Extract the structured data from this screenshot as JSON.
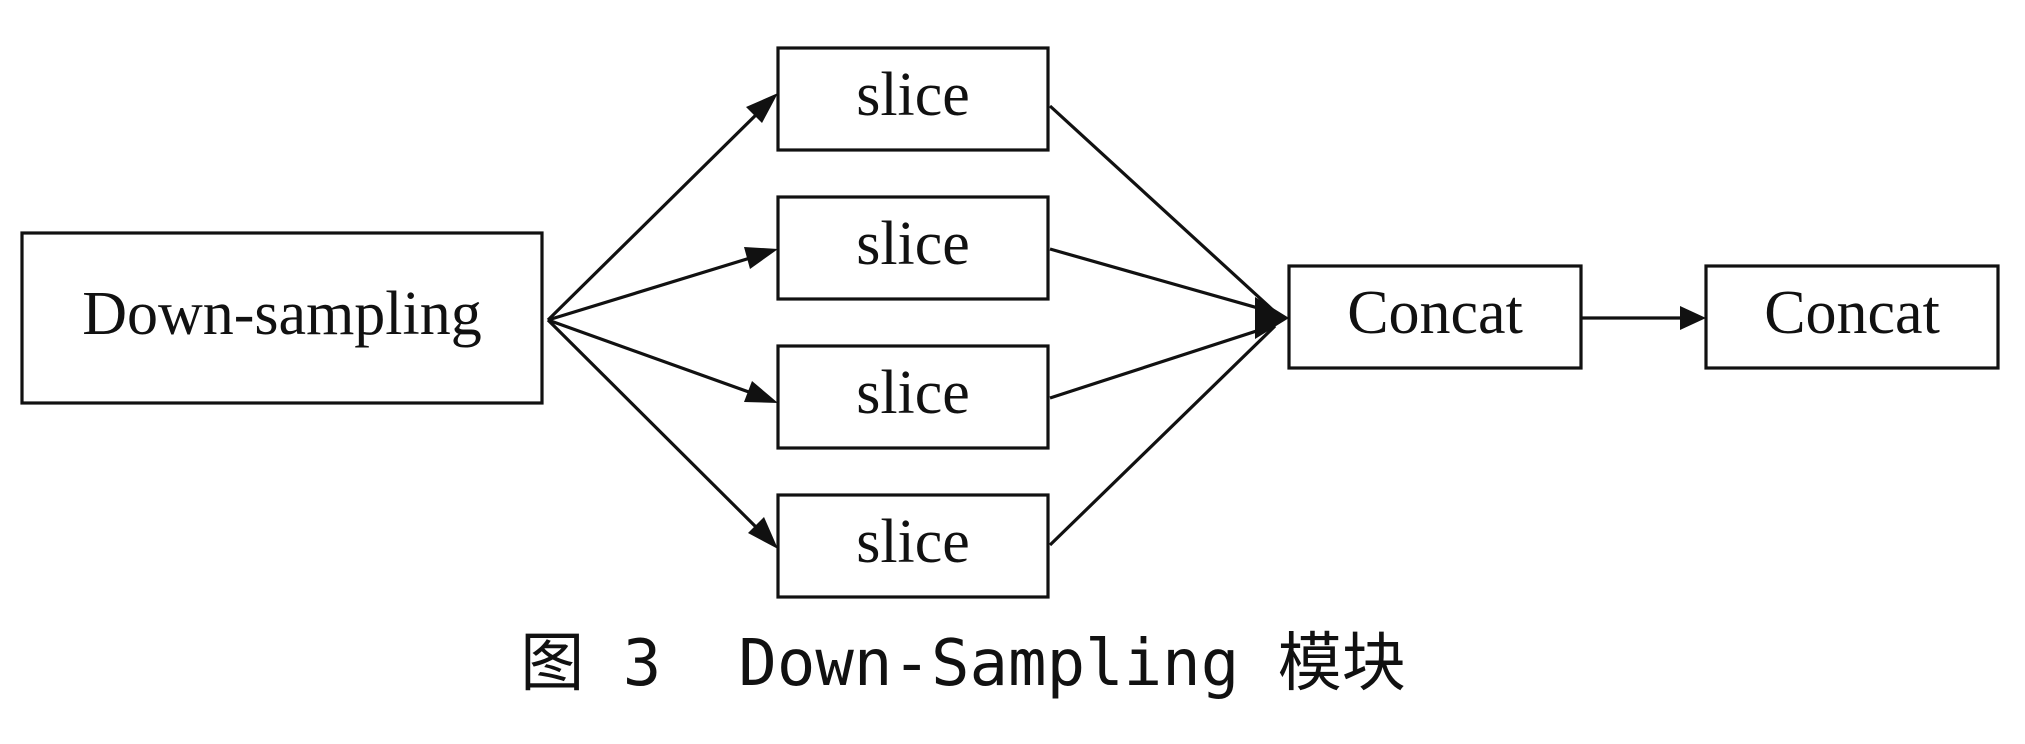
{
  "diagram": {
    "nodes": {
      "downsampling": "Down-sampling",
      "slice_1": "slice",
      "slice_2": "slice",
      "slice_3": "slice",
      "slice_4": "slice",
      "concat_1": "Concat",
      "concat_2": "Concat"
    },
    "edges": [
      {
        "from": "downsampling",
        "to": "slice_1"
      },
      {
        "from": "downsampling",
        "to": "slice_2"
      },
      {
        "from": "downsampling",
        "to": "slice_3"
      },
      {
        "from": "downsampling",
        "to": "slice_4"
      },
      {
        "from": "slice_1",
        "to": "concat_1"
      },
      {
        "from": "slice_2",
        "to": "concat_1"
      },
      {
        "from": "slice_3",
        "to": "concat_1"
      },
      {
        "from": "slice_4",
        "to": "concat_1"
      },
      {
        "from": "concat_1",
        "to": "concat_2"
      }
    ],
    "caption": "图 3  Down-Sampling 模块"
  }
}
